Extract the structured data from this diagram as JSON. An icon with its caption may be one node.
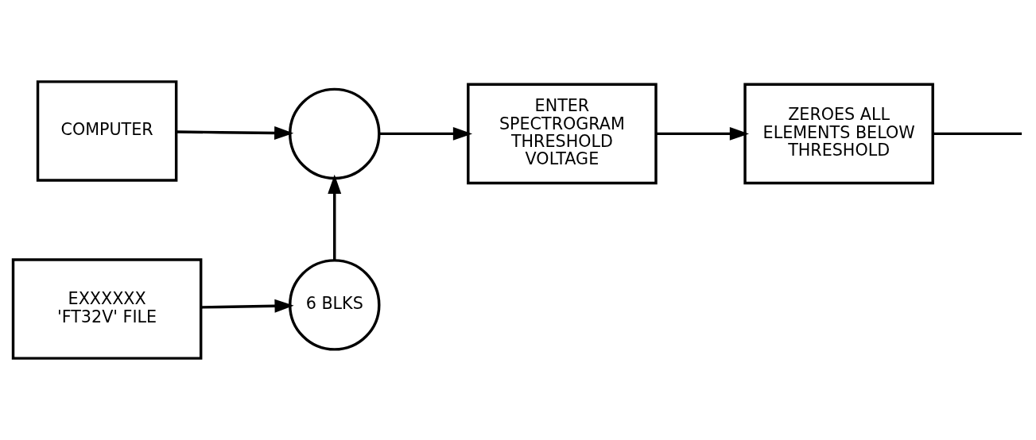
{
  "diagram": {
    "nodes": [
      {
        "text": [
          "COMPUTER"
        ]
      },
      {
        "text": [],
        "shape": "circle"
      },
      {
        "text": [
          "ENTER SPECTROGRAM THRESHOLD VOLTAGE"
        ]
      },
      {
        "text": [
          "ZEROES ALL ELEMENTS BELOW THRESHOLD"
        ]
      },
      {
        "text": [
          "EXXXXXX 'FT32V' FILE"
        ]
      },
      {
        "text": [
          "6 BLKS"
        ]
      }
    ],
    "edges": [
      {
        "from": 0,
        "to": 1,
        "arrow": "to"
      },
      {
        "from": 1,
        "to": 2,
        "arrow": "to"
      },
      {
        "from": 2,
        "to": 3,
        "arrow": "to"
      },
      {
        "from": 3,
        "to": null,
        "arrow": "none"
      },
      {
        "from": 4,
        "to": 5,
        "arrow": "to"
      },
      {
        "from": 5,
        "to": 1,
        "arrow": "to"
      }
    ]
  }
}
